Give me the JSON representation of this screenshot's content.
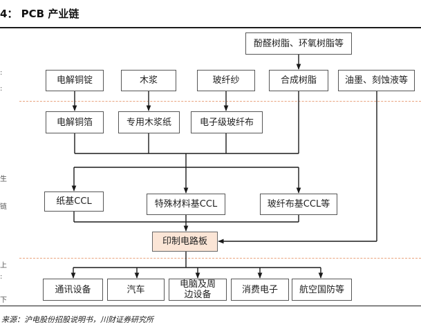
{
  "figure": {
    "title": "4： PCB 产业链",
    "source": "来源：沪电股份招股说明书，川财证券研究所"
  },
  "tiers": {
    "raw_materials": [
      {
        "id": "electrolytic-copper",
        "label": "电解铜锭"
      },
      {
        "id": "wood-pulp",
        "label": "木浆"
      },
      {
        "id": "glass-yarn",
        "label": "玻纤纱"
      },
      {
        "id": "synthetic-resin",
        "label": "合成树脂"
      },
      {
        "id": "ink-etchant",
        "label": "油墨、刻蚀液等"
      }
    ],
    "resin_inputs": {
      "id": "phenolic-epoxy-resin",
      "label": "酚醛树脂、环氧树脂等"
    },
    "intermediate": [
      {
        "id": "copper-foil",
        "label": "电解铜箔"
      },
      {
        "id": "pulp-paper",
        "label": "专用木浆纸"
      },
      {
        "id": "glass-cloth",
        "label": "电子级玻纤布"
      }
    ],
    "ccl": [
      {
        "id": "paper-ccl",
        "label": "纸基CCL"
      },
      {
        "id": "special-ccl",
        "label": "特殊材料基CCL"
      },
      {
        "id": "glass-ccl",
        "label": "玻纤布基CCL等"
      }
    ],
    "pcb": {
      "id": "pcb",
      "label": "印制电路板"
    },
    "applications": [
      {
        "id": "telecom",
        "label": "通讯设备"
      },
      {
        "id": "automotive",
        "label": "汽车"
      },
      {
        "id": "computer",
        "label": "电脑及周边设备"
      },
      {
        "id": "consumer",
        "label": "消费电子"
      },
      {
        "id": "aerospace",
        "label": "航空国防等"
      }
    ]
  },
  "side_marks": [
    ":",
    ":",
    "生",
    "链",
    "上",
    ":",
    "下"
  ]
}
